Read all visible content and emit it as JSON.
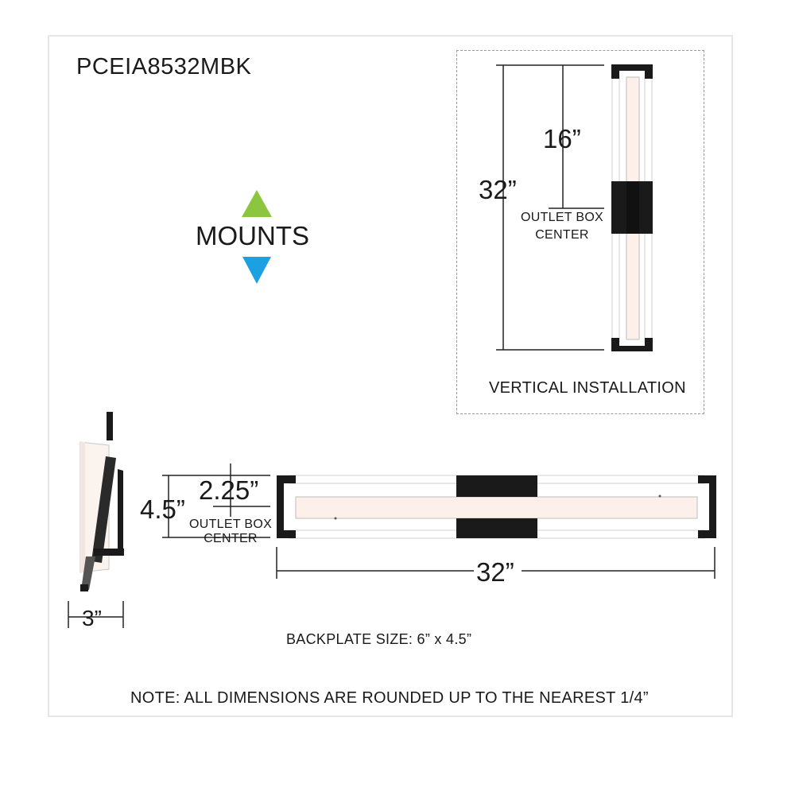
{
  "model_number": "PCEIA8532MBK",
  "mounts": {
    "label": "MOUNTS",
    "up_arrow_color": "#8cc63f",
    "down_arrow_color": "#1ba1e2"
  },
  "vertical_installation": {
    "caption": "VERTICAL INSTALLATION",
    "total_length": "32”",
    "outlet_offset": "16”",
    "outlet_label_line1": "OUTLET BOX",
    "outlet_label_line2": "CENTER"
  },
  "horizontal": {
    "height": "4.5”",
    "outlet_offset": "2.25”",
    "outlet_label_line1": "OUTLET BOX",
    "outlet_label_line2": "CENTER",
    "width": "32”"
  },
  "side_profile": {
    "depth": "3”"
  },
  "backplate_size": "BACKPLATE SIZE: 6” x 4.5”",
  "note": "NOTE: ALL DIMENSIONS ARE ROUNDED UP TO THE NEAREST 1/4”",
  "colors": {
    "fixture_black": "#1a1a1a",
    "glow": "#fdf0ea",
    "border": "#e6e6e6"
  }
}
